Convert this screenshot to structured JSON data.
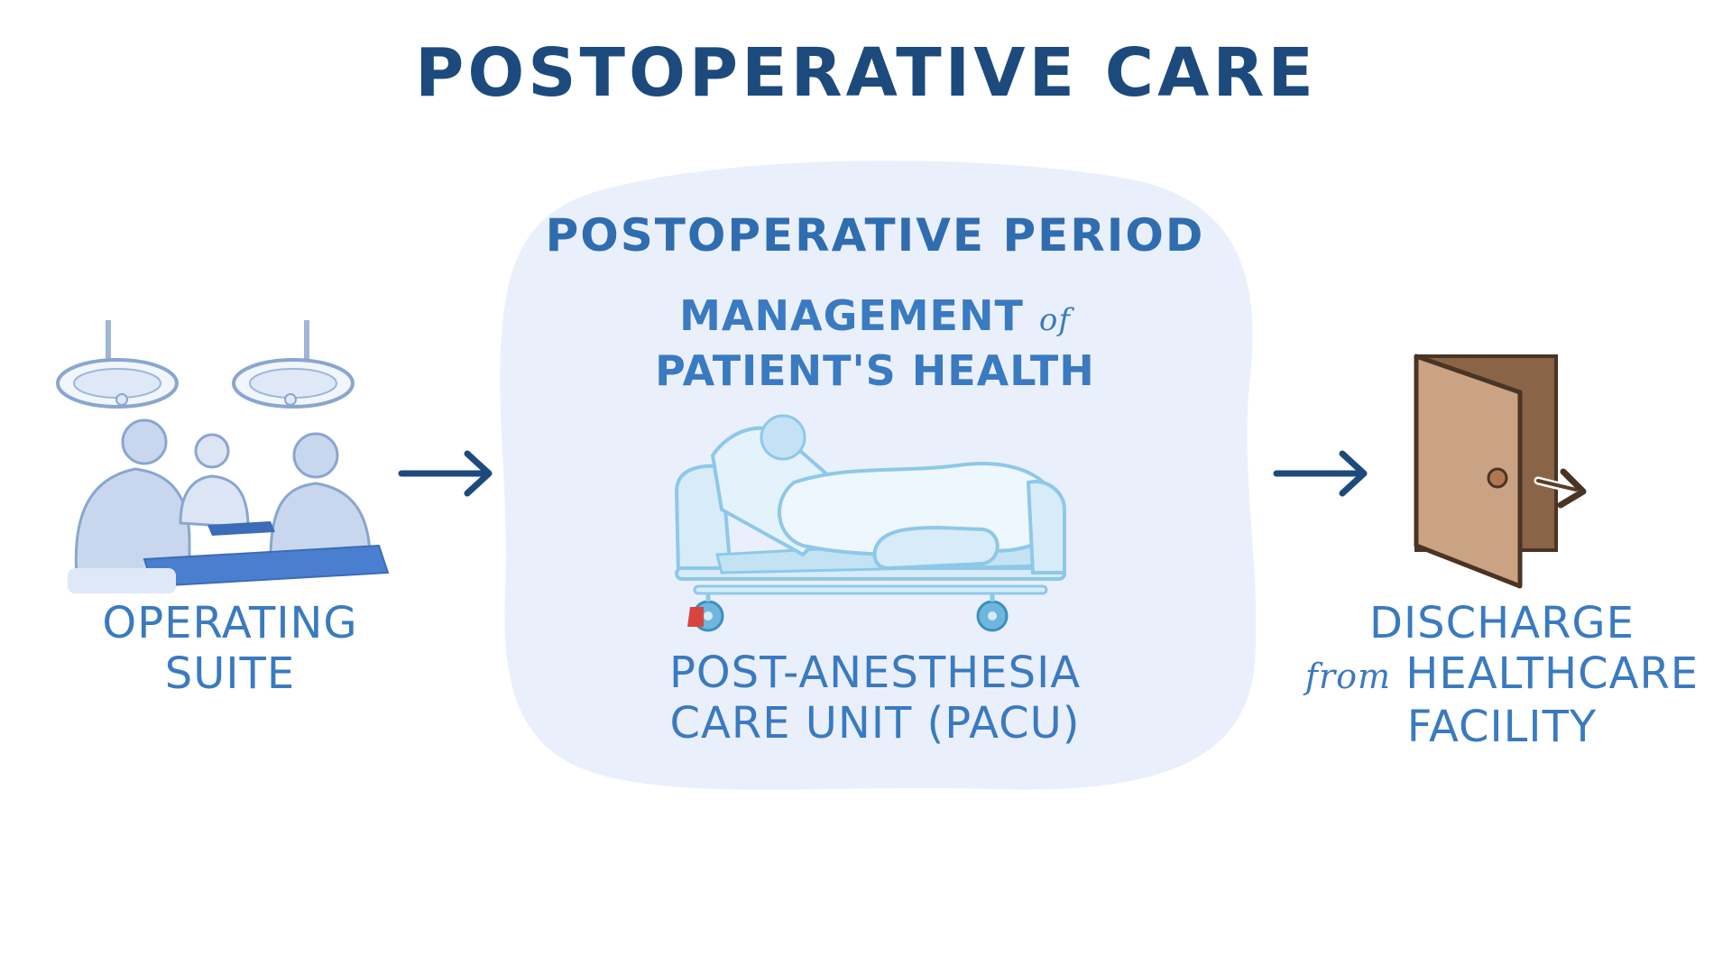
{
  "title": "POSTOPERATIVE CARE",
  "operating_suite": {
    "line1": "OPERATING",
    "line2": "SUITE",
    "icon": "surgeons-operating-icon"
  },
  "postoperative_period": {
    "title": "POSTOPERATIVE PERIOD",
    "management_line1": "MANAGEMENT",
    "management_of": "of",
    "management_line2": "PATIENT'S HEALTH",
    "pacu_line1": "POST-ANESTHESIA",
    "pacu_line2": "CARE UNIT (PACU)",
    "icon": "hospital-bed-icon"
  },
  "discharge": {
    "line1": "DISCHARGE",
    "line2_small": "from",
    "line2": "HEALTHCARE",
    "line3": "FACILITY",
    "icon": "open-door-icon"
  },
  "colors": {
    "title": "#1d4a7d",
    "text": "#3a7ac0",
    "blob": "#eaf0fb",
    "arrow": "#1d4a7d",
    "door": "#c9a383",
    "door_dark": "#8a6446"
  }
}
